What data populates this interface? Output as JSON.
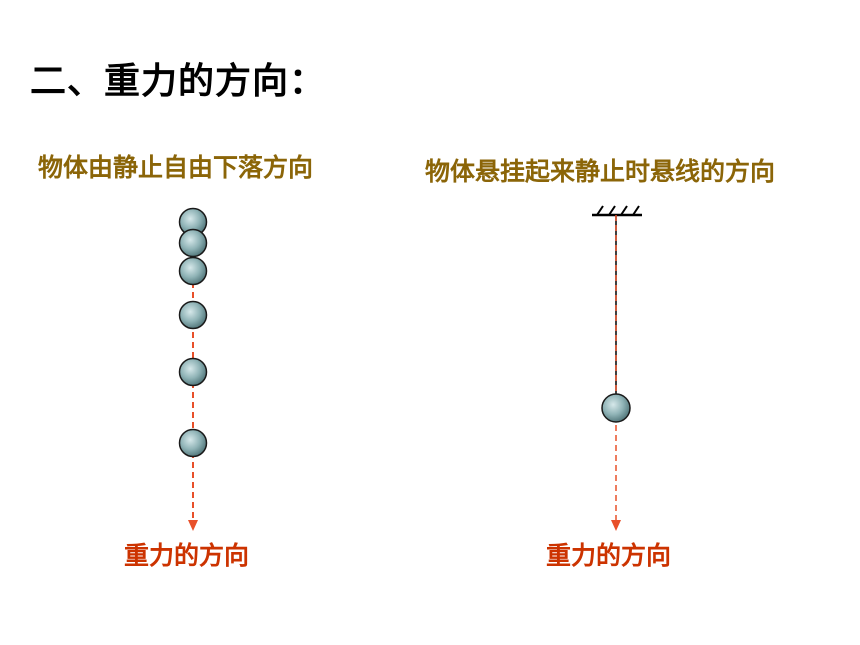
{
  "title": "二、重力的方向：",
  "left_caption": "物体由静止自由下落方向",
  "right_caption": "物体悬挂起来静止时悬线的方向",
  "left_arrow_label": "重力的方向",
  "right_arrow_label": "重力的方向",
  "colors": {
    "caption": "#8B6508",
    "arrow": "#E8502A",
    "arrow_label": "#CC3300",
    "ball_fill": "#8FB3B6",
    "ball_outline": "#1a1a1a"
  },
  "falling_balls": 6
}
